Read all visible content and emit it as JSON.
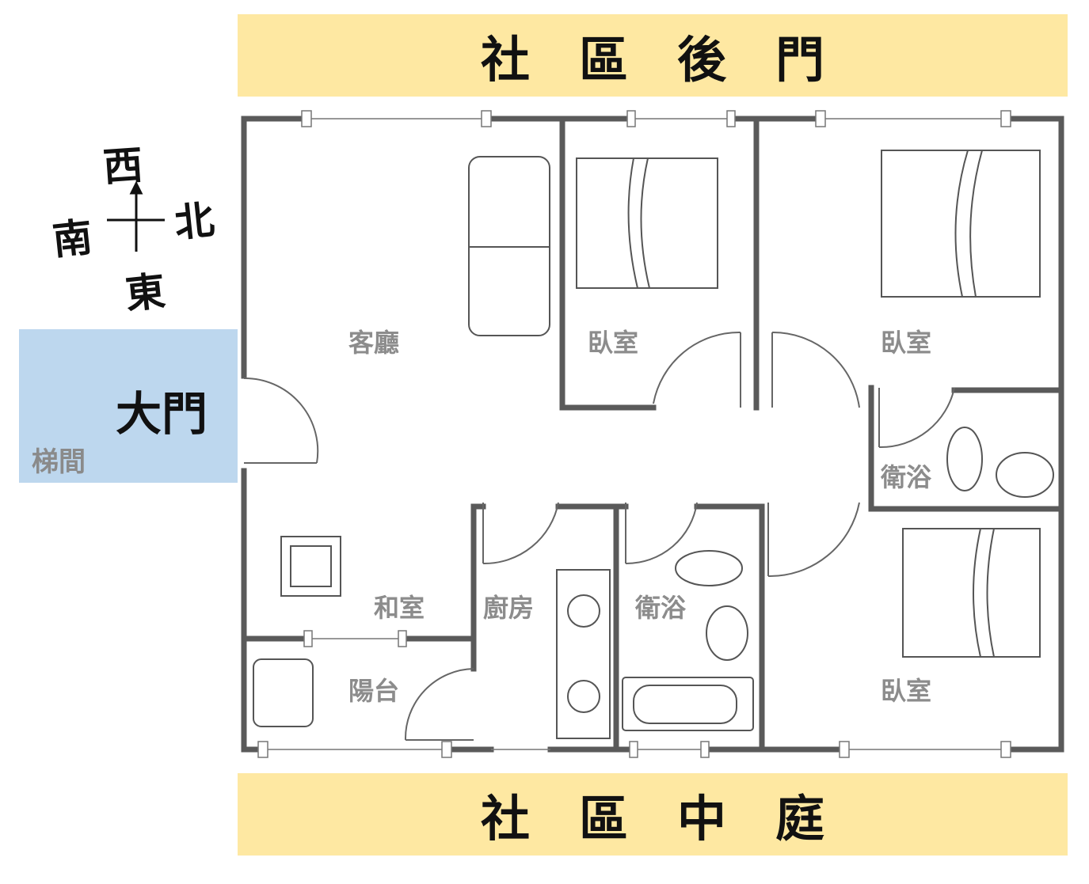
{
  "banners": {
    "top": "社區後門",
    "bottom": "社區中庭"
  },
  "compass": {
    "up": "西",
    "left": "南",
    "right": "北",
    "down": "東"
  },
  "entrance": {
    "door": "大門",
    "stairwell": "梯間"
  },
  "rooms": {
    "living": "客廳",
    "bedroom1": "臥室",
    "bedroom2": "臥室",
    "bath1": "衛浴",
    "japanese": "和室",
    "kitchen": "廚房",
    "bath2": "衛浴",
    "balcony": "陽台",
    "bedroom3": "臥室"
  },
  "colors": {
    "banner": "#fee8a2",
    "stair": "#bdd7ee",
    "wall": "#5a5a5a",
    "label": "#8c8c8c"
  }
}
